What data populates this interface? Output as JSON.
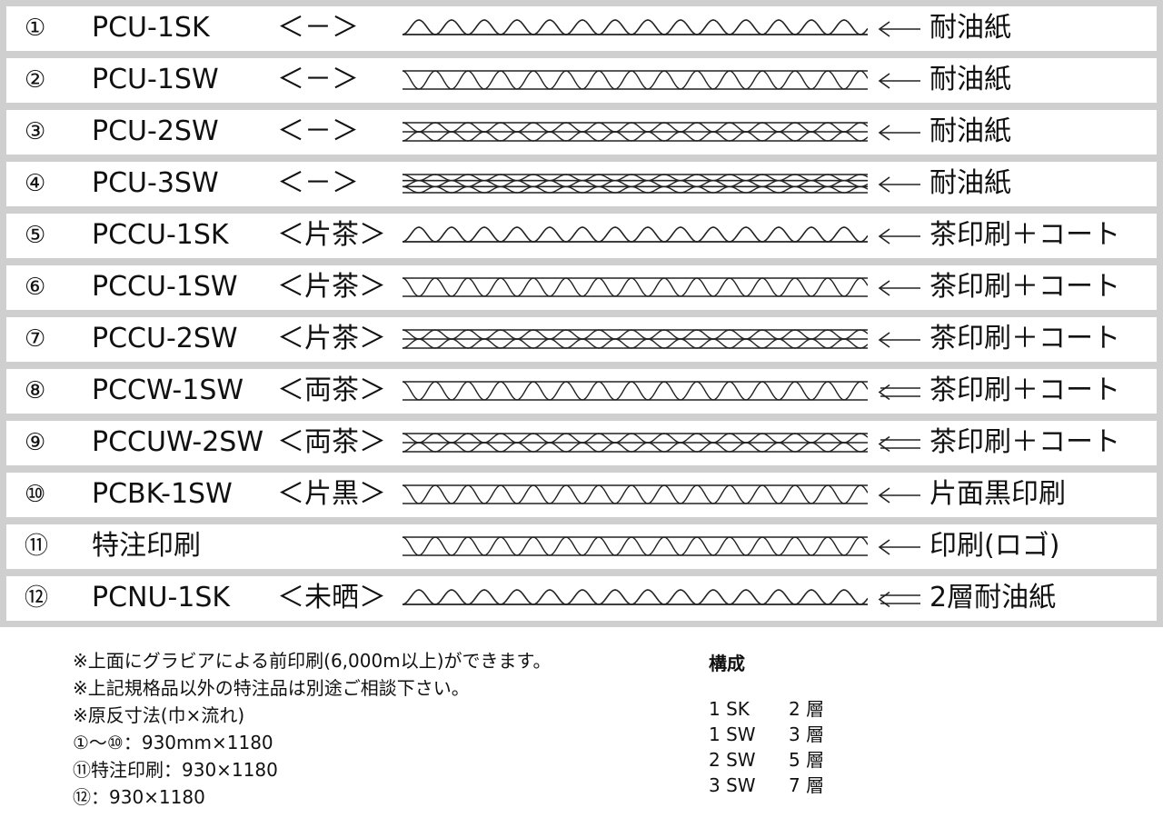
{
  "rows": [
    {
      "num": "①",
      "code": "PCU-1SK",
      "type": "＜－＞",
      "structure": "SK",
      "arrow": 1,
      "label": "耐油紙"
    },
    {
      "num": "②",
      "code": "PCU-1SW",
      "type": "＜－＞",
      "structure": "SW",
      "arrow": 1,
      "label": "耐油紙"
    },
    {
      "num": "③",
      "code": "PCU-2SW",
      "type": "＜－＞",
      "structure": "2SW",
      "arrow": 1,
      "label": "耐油紙"
    },
    {
      "num": "④",
      "code": "PCU-3SW",
      "type": "＜－＞",
      "structure": "3SW",
      "arrow": 1,
      "label": "耐油紙"
    },
    {
      "num": "⑤",
      "code": "PCCU-1SK",
      "type": "＜片茶＞",
      "structure": "SK",
      "arrow": 1,
      "label": "茶印刷＋コート"
    },
    {
      "num": "⑥",
      "code": "PCCU-1SW",
      "type": "＜片茶＞",
      "structure": "SW",
      "arrow": 1,
      "label": "茶印刷＋コート"
    },
    {
      "num": "⑦",
      "code": "PCCU-2SW",
      "type": "＜片茶＞",
      "structure": "2SW",
      "arrow": 1,
      "label": "茶印刷＋コート"
    },
    {
      "num": "⑧",
      "code": "PCCW-1SW",
      "type": "＜両茶＞",
      "structure": "SW",
      "arrow": 2,
      "label": "茶印刷＋コート"
    },
    {
      "num": "⑨",
      "code": "PCCUW-2SW",
      "type": "＜両茶＞",
      "structure": "2SW",
      "arrow": 2,
      "label": "茶印刷＋コート"
    },
    {
      "num": "⑩",
      "code": "PCBK-1SW",
      "type": "＜片黒＞",
      "structure": "SW",
      "arrow": 1,
      "label": "片面黒印刷"
    },
    {
      "num": "⑪",
      "code": "特注印刷",
      "type": "",
      "structure": "SW",
      "arrow": 1,
      "label": "印刷(ロゴ)"
    },
    {
      "num": "⑫",
      "code": "PCNU-1SK",
      "type": "＜未晒＞",
      "structure": "SK",
      "arrow": 2,
      "label": "2層耐油紙"
    }
  ],
  "notes": [
    "※上面にグラビアによる前印刷(6,000m以上)ができます。",
    "※上記規格品以外の特注品は別途ご相談下さい。",
    "※原反寸法(巾×流れ)",
    "①～⑩：930mm×1180",
    "⑪特注印刷：930×1180",
    "⑫：930×1180"
  ],
  "composition": {
    "title": "構成",
    "items": [
      {
        "type": "1 SK",
        "layers": "2 層"
      },
      {
        "type": "1 SW",
        "layers": "3 層"
      },
      {
        "type": "2 SW",
        "layers": "5 層"
      },
      {
        "type": "3 SW",
        "layers": "7 層"
      }
    ]
  },
  "colors": {
    "border": "#cfcfcf",
    "line": "#222222",
    "background": "#ffffff"
  }
}
